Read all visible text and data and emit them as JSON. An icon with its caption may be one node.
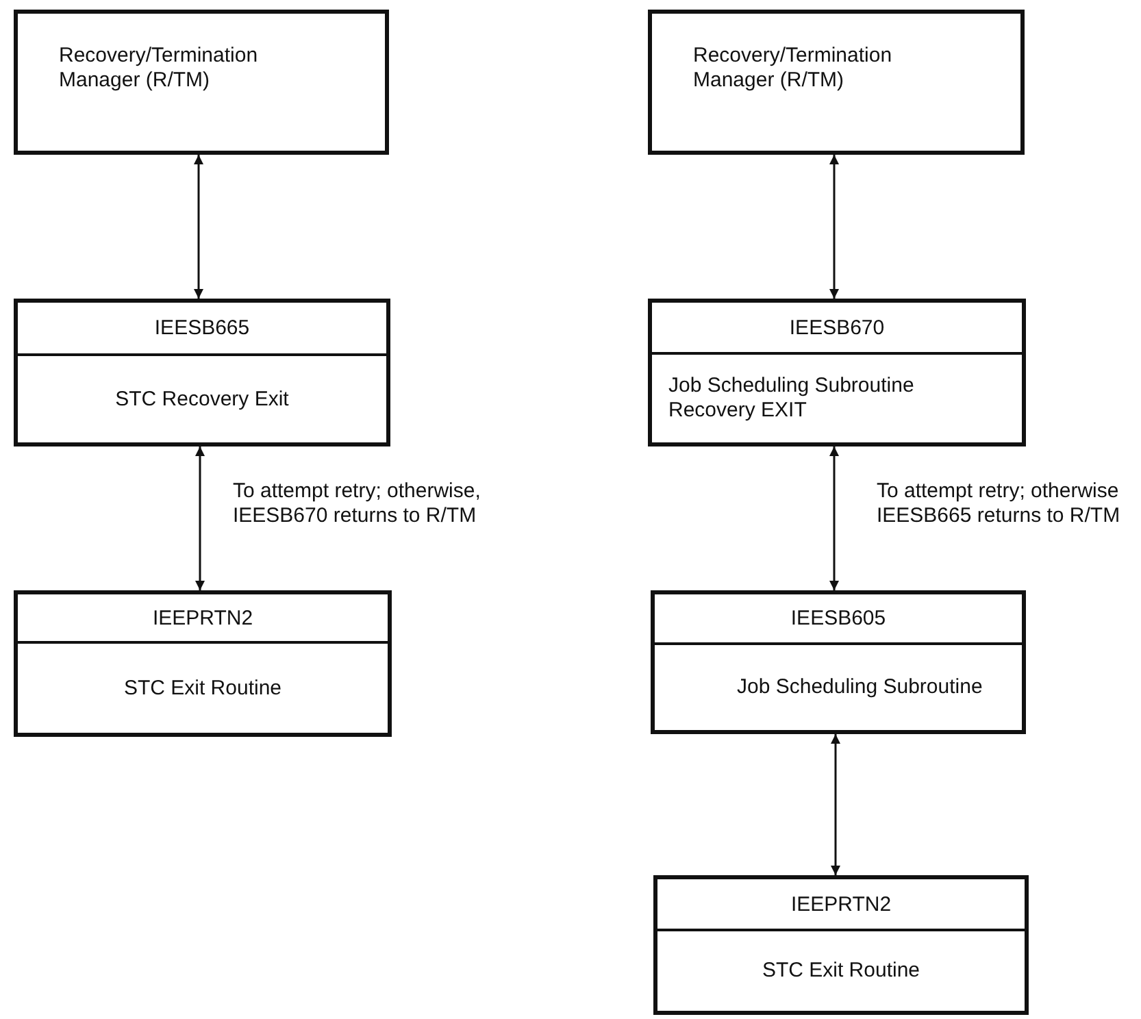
{
  "diagram": {
    "nodes": [
      {
        "text": [
          "Recovery/Termination Manager (R/TM)"
        ]
      },
      {
        "text": [
          "IEESB665",
          "STC Recovery Exit"
        ]
      },
      {
        "text": [
          "IEEPRTN2",
          "STC Exit Routine"
        ]
      },
      {
        "text": [
          "Recovery/Termination Manager (R/TM)"
        ]
      },
      {
        "text": [
          "IEESB670",
          "Job Scheduling Subroutine Recovery EXIT"
        ]
      },
      {
        "text": [
          "IEESB605",
          "Job Scheduling Subroutine"
        ]
      },
      {
        "text": [
          "IEEPRTN2",
          "STC Exit Routine"
        ]
      }
    ],
    "edges": [
      {
        "from": 0,
        "to": 1,
        "arrow": "both"
      },
      {
        "from": 1,
        "to": 2,
        "arrow": "both",
        "label": "To attempt retry; otherwise, IEESB670 returns to R/TM"
      },
      {
        "from": 3,
        "to": 4,
        "arrow": "both"
      },
      {
        "from": 4,
        "to": 5,
        "arrow": "both",
        "label": "To attempt retry; otherwise IEESB665 returns to R/TM"
      },
      {
        "from": 5,
        "to": 6,
        "arrow": "both"
      }
    ]
  }
}
